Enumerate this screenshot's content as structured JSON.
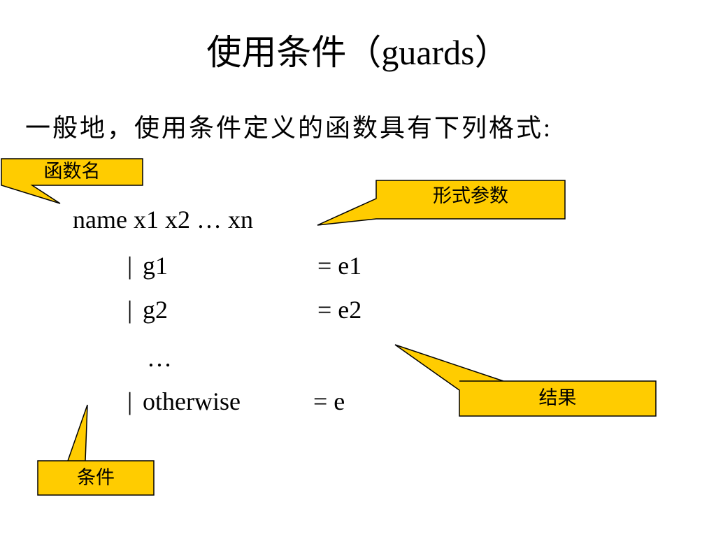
{
  "slide": {
    "title": "使用条件（guards）",
    "intro": "一般地，使用条件定义的函数具有下列格式:"
  },
  "code": {
    "header": "name x1 x2  … xn",
    "guards": [
      {
        "bar": "|",
        "guard": "g1",
        "result": "= e1"
      },
      {
        "bar": "|",
        "guard": "g2",
        "result": "= e2"
      }
    ],
    "ellipsis": "…",
    "otherwise": {
      "bar": "|",
      "guard": "otherwise",
      "result": "= e"
    }
  },
  "callouts": {
    "function_name": "函数名",
    "params": "形式参数",
    "result": "结果",
    "condition": "条件"
  },
  "colors": {
    "callout_fill": "#FFCC00",
    "callout_border": "#000000",
    "text": "#000000",
    "background": "#FFFFFF"
  }
}
